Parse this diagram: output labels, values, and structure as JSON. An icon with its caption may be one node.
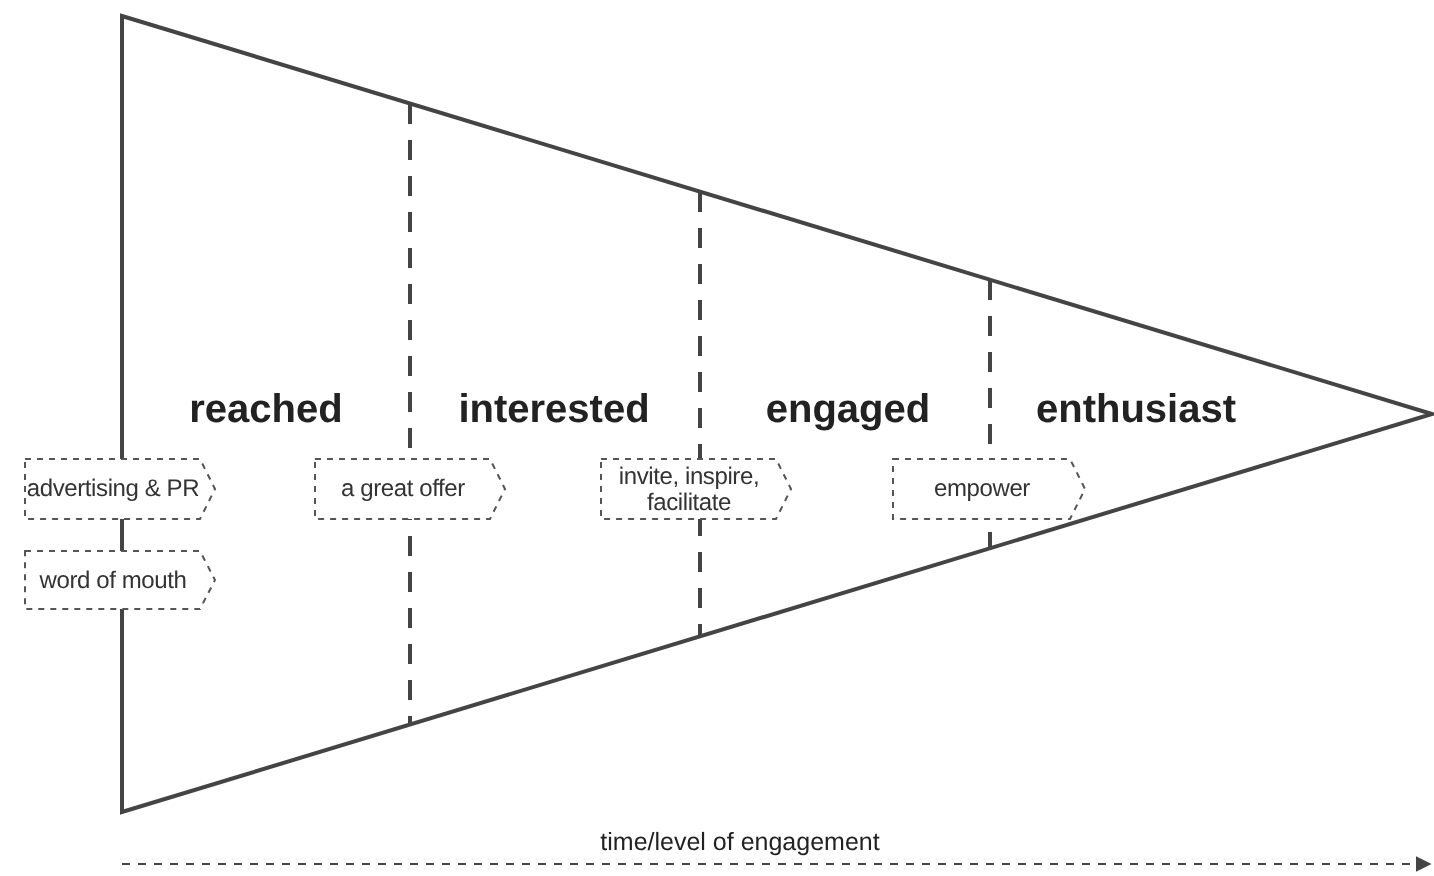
{
  "diagram": {
    "nodes": [
      {
        "text": [
          "advertising & PR"
        ]
      },
      {
        "text": [
          "a great offer"
        ]
      },
      {
        "text": [
          "invite, inspire, facilitate"
        ]
      },
      {
        "text": [
          "empower"
        ]
      },
      {
        "text": [
          "word of mouth"
        ]
      }
    ],
    "edges": [],
    "labels": [
      "reached",
      "interested",
      "engaged",
      "enthusiast",
      "time/level of engagement"
    ]
  }
}
